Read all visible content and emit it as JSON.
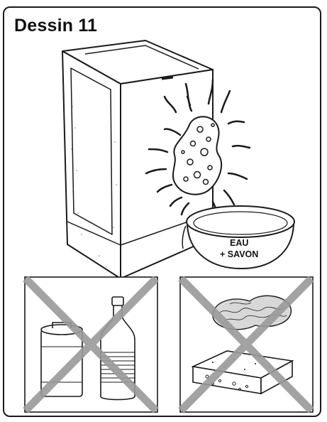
{
  "figure": {
    "title": "Dessin 11",
    "bowl_label_line1": "EAU",
    "bowl_label_line2": "+ SAVON"
  },
  "colors": {
    "ink": "#1a1a1a",
    "cross": "#9a9a9a"
  },
  "icons": [
    "washing-machine-icon",
    "sponge-icon",
    "bowl-icon",
    "spray-can-icon",
    "bottle-icon",
    "scouring-pad-icon",
    "abrasive-sponge-icon",
    "prohibited-cross-icon"
  ]
}
